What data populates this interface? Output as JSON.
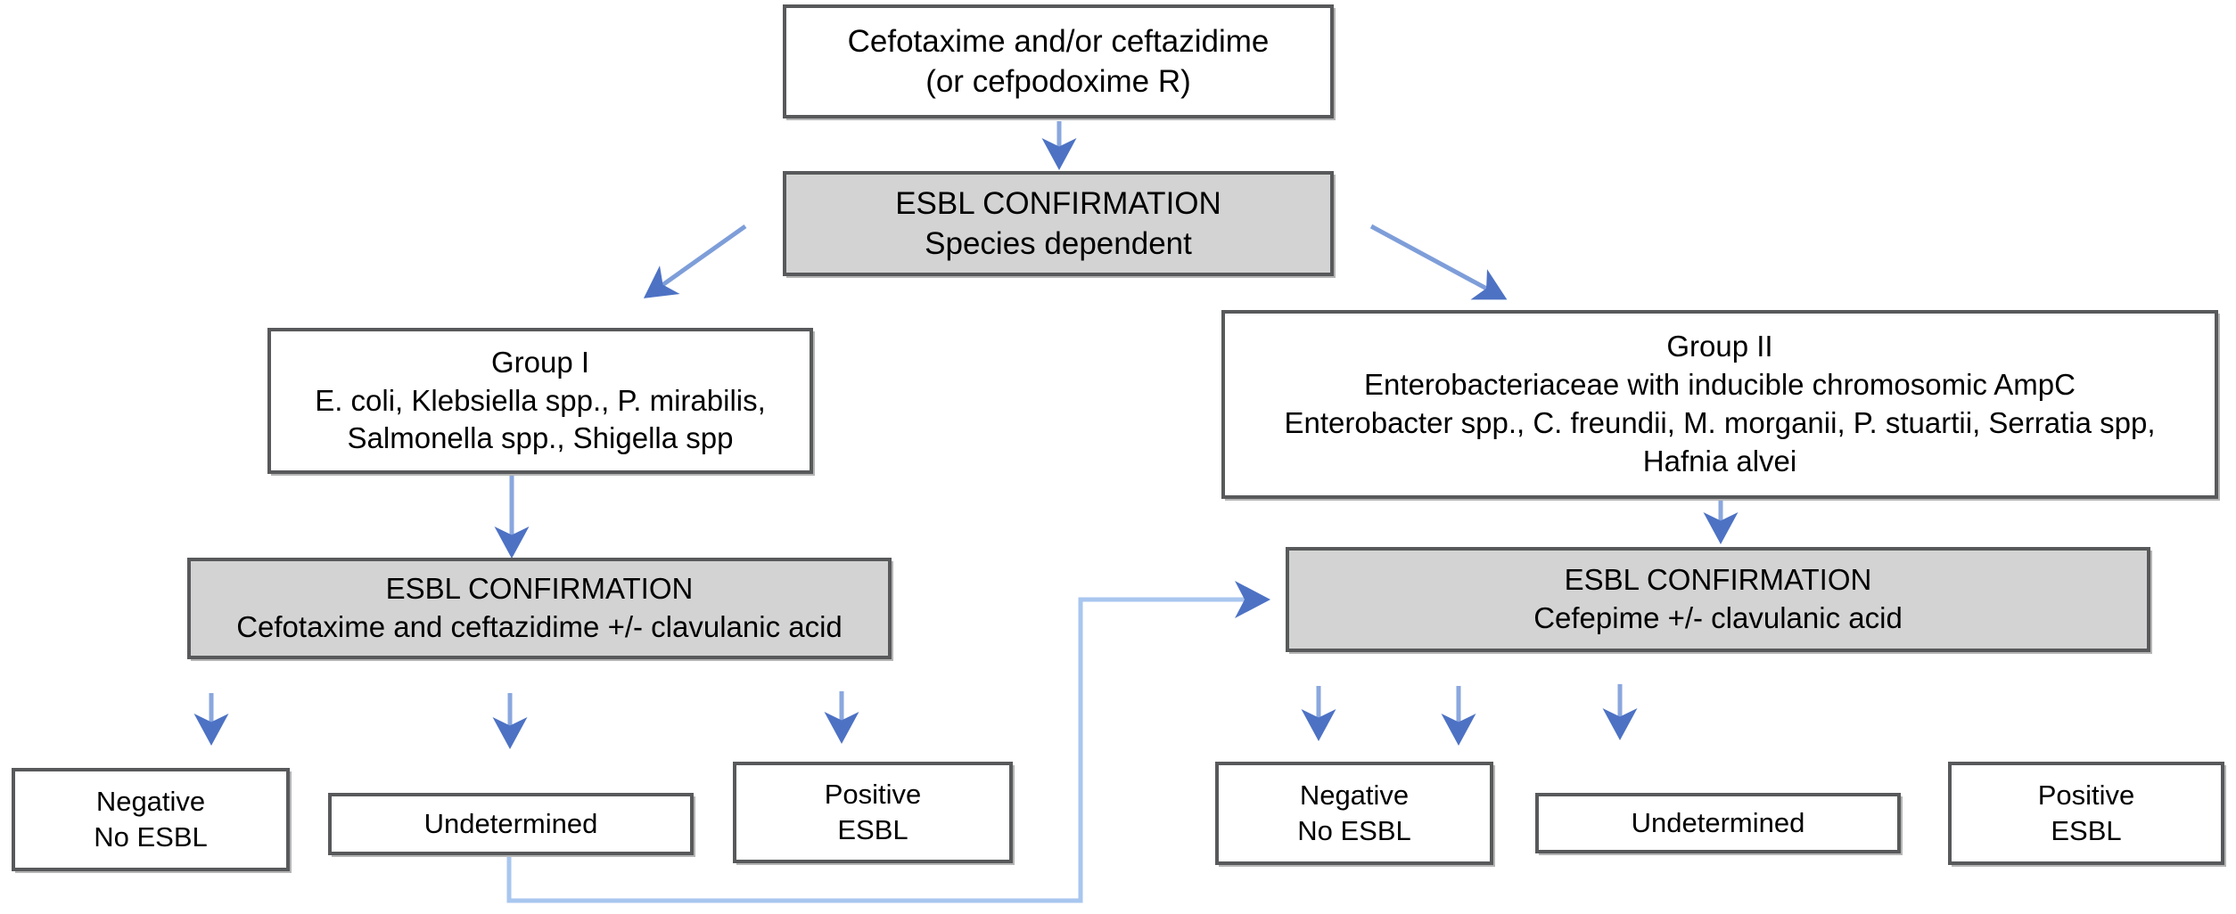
{
  "diagram": {
    "title": "ESBL confirmation testing algorithm",
    "colors": {
      "box_border": "#58595b",
      "box_shaded_fill": "#d3d3d3",
      "box_plain_fill": "#ffffff",
      "connector": "#6f94d8",
      "connector_light": "#a8c0ea",
      "text": "#000000"
    }
  },
  "nodes": {
    "screening": {
      "lines": [
        "Cefotaxime and/or ceftazidime",
        "(or cefpodoxime R)"
      ],
      "style": "plain"
    },
    "confirmation_species": {
      "lines": [
        "ESBL CONFIRMATION",
        "Species dependent"
      ],
      "style": "shaded"
    },
    "group_i": {
      "lines": [
        "Group I",
        "E. coli, Klebsiella spp., P. mirabilis,",
        "Salmonella spp., Shigella spp"
      ],
      "style": "plain"
    },
    "group_ii": {
      "lines": [
        "Group II",
        "Enterobacteriaceae with inducible chromosomic AmpC",
        "Enterobacter spp., C. freundii, M. morganii, P. stuartii, Serratia spp,",
        "Hafnia alvei"
      ],
      "style": "plain"
    },
    "confirmation_left": {
      "lines": [
        "ESBL CONFIRMATION",
        "Cefotaxime and ceftazidime +/- clavulanic acid"
      ],
      "style": "shaded"
    },
    "confirmation_right": {
      "lines": [
        "ESBL CONFIRMATION",
        "Cefepime +/- clavulanic acid"
      ],
      "style": "shaded"
    },
    "left_negative": {
      "lines": [
        "Negative",
        "No ESBL"
      ],
      "style": "plain"
    },
    "left_undetermined": {
      "lines": [
        "Undetermined"
      ],
      "style": "plain"
    },
    "left_positive": {
      "lines": [
        "Positive",
        "ESBL"
      ],
      "style": "plain"
    },
    "right_negative": {
      "lines": [
        "Negative",
        "No ESBL"
      ],
      "style": "plain"
    },
    "right_undetermined": {
      "lines": [
        "Undetermined"
      ],
      "style": "plain"
    },
    "right_positive": {
      "lines": [
        "Positive",
        "ESBL"
      ],
      "style": "plain"
    }
  },
  "edges": [
    {
      "name": "screening-to-confirmation-species",
      "type": "arrow-down"
    },
    {
      "name": "confirmation-species-to-group-i",
      "type": "arrow-diagonal-left"
    },
    {
      "name": "confirmation-species-to-group-ii",
      "type": "arrow-diagonal-right"
    },
    {
      "name": "group-i-to-confirmation-left",
      "type": "arrow-down"
    },
    {
      "name": "group-ii-to-confirmation-right",
      "type": "arrow-down"
    },
    {
      "name": "confirmation-left-to-left-negative",
      "type": "arrow-down"
    },
    {
      "name": "confirmation-left-to-left-undetermined",
      "type": "arrow-down"
    },
    {
      "name": "confirmation-left-to-left-positive",
      "type": "arrow-down"
    },
    {
      "name": "left-undetermined-to-confirmation-right",
      "type": "elbow-route"
    },
    {
      "name": "confirmation-right-to-right-negative",
      "type": "arrow-down"
    },
    {
      "name": "confirmation-right-to-right-undetermined",
      "type": "arrow-down"
    },
    {
      "name": "confirmation-right-to-right-positive",
      "type": "arrow-down"
    }
  ]
}
